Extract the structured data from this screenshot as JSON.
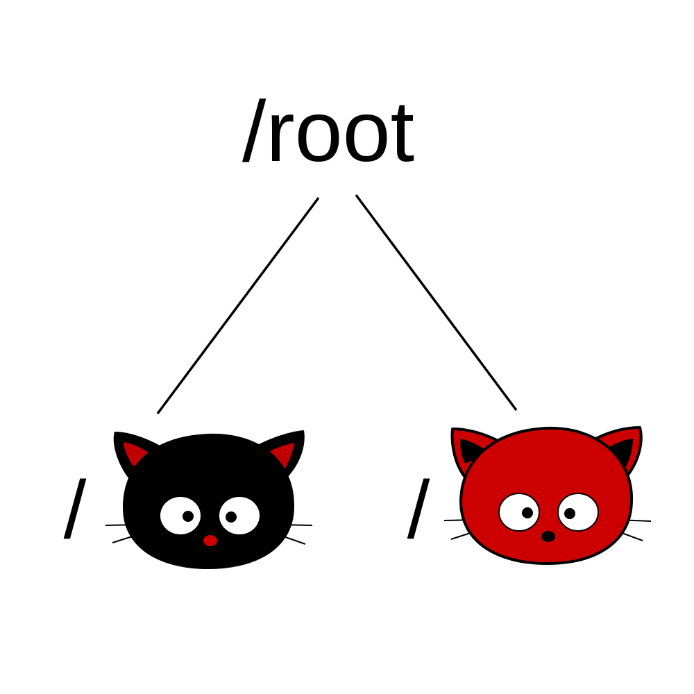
{
  "root": {
    "label": "/root"
  },
  "children": [
    {
      "slash": "/",
      "cat": {
        "name": "black-cat-face",
        "body_color": "#000000",
        "ear_inner_color": "#c00000",
        "nose_color": "#cc0000"
      }
    },
    {
      "slash": "/",
      "cat": {
        "name": "red-cat-face",
        "body_color": "#cc0000",
        "ear_inner_color": "#000000",
        "nose_color": "#000000"
      }
    }
  ],
  "colors": {
    "background": "#ffffff",
    "lines": "#000000",
    "text": "#000000"
  }
}
